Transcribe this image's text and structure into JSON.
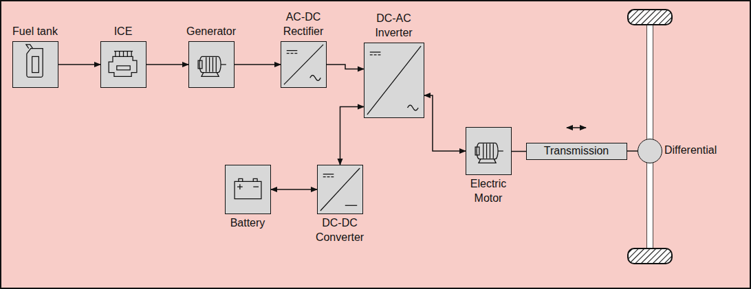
{
  "diagram": {
    "nodes": [
      {
        "text": [
          "Fuel tank"
        ]
      },
      {
        "text": [
          "ICE"
        ]
      },
      {
        "text": [
          "Generator"
        ]
      },
      {
        "text": [
          "AC-DC Rectifier"
        ]
      },
      {
        "text": [
          "DC-AC Inverter"
        ]
      },
      {
        "text": [
          "Battery"
        ]
      },
      {
        "text": [
          "DC-DC Converter"
        ]
      },
      {
        "text": [
          "Electric Motor"
        ]
      },
      {
        "text": [
          "Transmission"
        ]
      },
      {
        "text": [
          "Differential"
        ]
      }
    ],
    "edges": [
      {
        "from": 0,
        "to": 1,
        "arrow": "to"
      },
      {
        "from": 1,
        "to": 2,
        "arrow": "to"
      },
      {
        "from": 2,
        "to": 3,
        "arrow": "to"
      },
      {
        "from": 3,
        "to": 4,
        "arrow": "to"
      },
      {
        "from": 6,
        "to": 4,
        "arrow": "both"
      },
      {
        "from": 5,
        "to": 6,
        "arrow": "both"
      },
      {
        "from": 4,
        "to": 7,
        "arrow": "both"
      },
      {
        "from": 7,
        "to": 8,
        "arrow": "none"
      },
      {
        "from": 8,
        "to": 9,
        "arrow": "none"
      }
    ]
  }
}
